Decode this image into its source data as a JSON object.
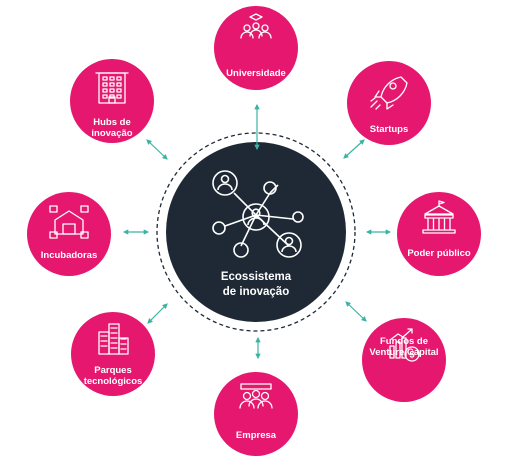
{
  "center": {
    "title_line1": "Ecossistema",
    "title_line2": "de inovação",
    "icon": "network-people-icon",
    "color": "#1e2935"
  },
  "nodes": [
    {
      "id": "universidade",
      "lines": [
        "Universidade"
      ],
      "icon": "graduates-icon"
    },
    {
      "id": "startups",
      "lines": [
        "Startups"
      ],
      "icon": "rocket-icon"
    },
    {
      "id": "poder-publico",
      "lines": [
        "Poder público"
      ],
      "icon": "government-building-icon"
    },
    {
      "id": "fundos-vc",
      "lines": [
        "Fundos de",
        "Venture Capital"
      ],
      "icon": "growth-chart-icon"
    },
    {
      "id": "empresa",
      "lines": [
        "Empresa"
      ],
      "icon": "team-icon"
    },
    {
      "id": "parques",
      "lines": [
        "Parques",
        "tecnológicos"
      ],
      "icon": "office-buildings-icon"
    },
    {
      "id": "incubadoras",
      "lines": [
        "Incubadoras"
      ],
      "icon": "warehouse-boxes-icon"
    },
    {
      "id": "hubs",
      "lines": [
        "Hubs de",
        "inovação"
      ],
      "icon": "building-icon"
    }
  ],
  "colors": {
    "node": "#e5176e",
    "connector": "#3bb3a4",
    "dashed_ring": "#1e2935"
  }
}
